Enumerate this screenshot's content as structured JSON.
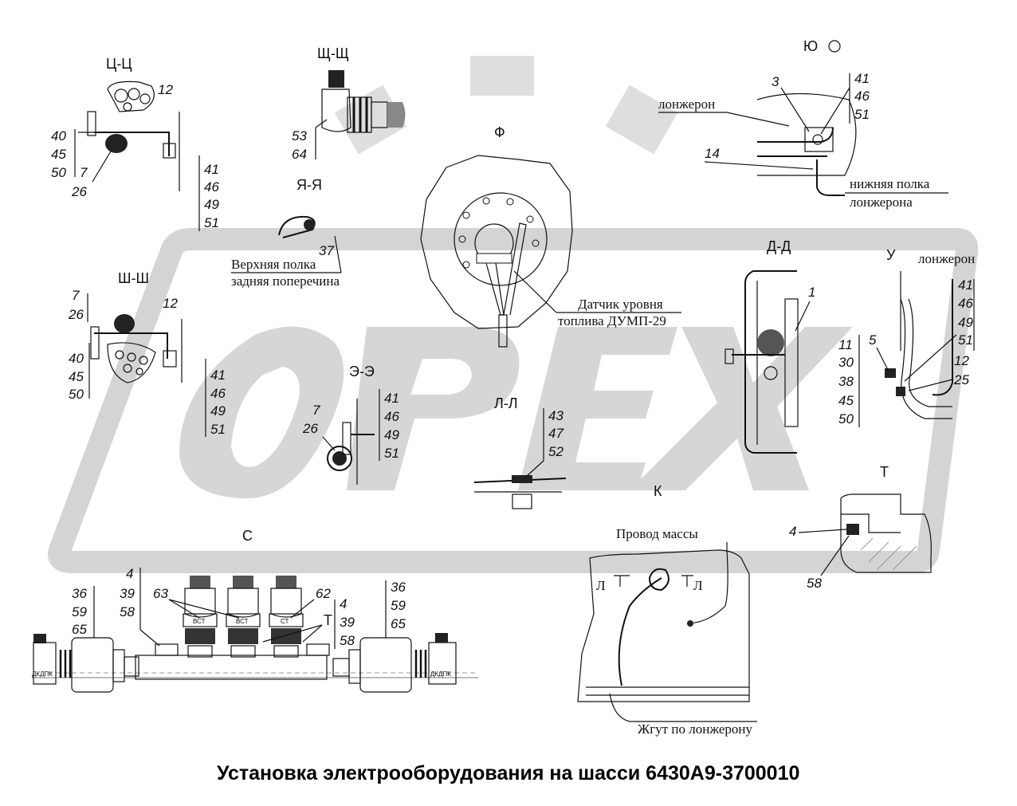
{
  "title": "Установка электрооборудования на шасси 6430А9-3700010",
  "watermark": "OPEX",
  "colors": {
    "watermark": "#d4d4d4",
    "line": "#111111"
  },
  "sections": {
    "tsts": "Ц-Ц",
    "shchshch": "Щ-Щ",
    "f": "Ф",
    "yu": "Ю",
    "yaya": "Я-Я",
    "shsh": "Ш-Ш",
    "dd": "Д-Д",
    "u": "У",
    "ee": "Э-Э",
    "ll": "Л-Л",
    "k": "К",
    "t1": "Т",
    "s": "С",
    "t2": "Т",
    "l1": "Л",
    "l2": "Л"
  },
  "labels": {
    "lonzheron1": "лонжерон",
    "lower_shelf1": "нижняя полка",
    "lower_shelf2": "лонжерона",
    "upper_shelf": "Верхняя полка",
    "rear_cross": "задняя поперечина",
    "sensor1": "Датчик уровня",
    "sensor2": "топлива ДУМП-29",
    "lonzheron2": "лонжерон",
    "ground_wire": "Провод массы",
    "harness": "Жгут по  лонжерону"
  },
  "tags": {
    "vst1": "ВСТ",
    "vst2": "ВСТ",
    "st": "СТ",
    "left_conn": "ДКДПК",
    "right_conn": "ДКДПК"
  },
  "callouts": {
    "tsts": {
      "n12": "12",
      "stack": [
        "40",
        "45",
        "50"
      ],
      "n7": "7",
      "n26": "26",
      "right": [
        "41",
        "46",
        "49",
        "51"
      ]
    },
    "shchshch": {
      "stack": [
        "53",
        "64"
      ]
    },
    "yaya": {
      "n37": "37"
    },
    "yu": {
      "n3": "3",
      "stack": [
        "41",
        "46",
        "51"
      ],
      "n14": "14"
    },
    "shsh": {
      "top": [
        "7",
        "26"
      ],
      "n12": "12",
      "bottom": [
        "40",
        "45",
        "50"
      ],
      "right": [
        "41",
        "46",
        "49",
        "51"
      ]
    },
    "ee": {
      "left": [
        "7",
        "26"
      ],
      "right": [
        "41",
        "46",
        "49",
        "51"
      ]
    },
    "ll": {
      "stack": [
        "43",
        "47",
        "52"
      ]
    },
    "dd": {
      "n1": "1"
    },
    "u": {
      "left": [
        "11",
        "30",
        "38",
        "45",
        "50"
      ],
      "n5": "5",
      "right": [
        "41",
        "46",
        "49",
        "51"
      ],
      "n12": "12",
      "n25": "25"
    },
    "t": {
      "n4": "4",
      "n58": "58"
    },
    "s": {
      "left": [
        "36",
        "59",
        "65"
      ],
      "mid": [
        "4",
        "39",
        "58"
      ],
      "n63": "63",
      "n62": "62",
      "right_mid": [
        "4",
        "39",
        "58"
      ],
      "right": [
        "36",
        "59",
        "65"
      ]
    }
  }
}
